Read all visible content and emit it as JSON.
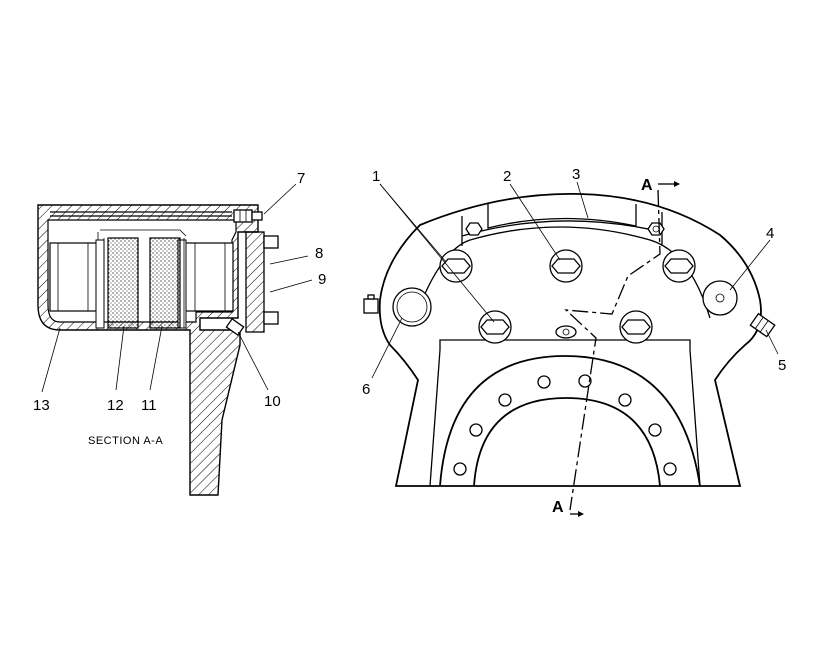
{
  "caption": "SECTION A-A",
  "section_marker": "A",
  "callouts": {
    "c1": "1",
    "c2": "2",
    "c3": "3",
    "c4": "4",
    "c5": "5",
    "c6": "6",
    "c7": "7",
    "c8": "8",
    "c9": "9",
    "c10": "10",
    "c11": "11",
    "c12": "12",
    "c13": "13"
  }
}
